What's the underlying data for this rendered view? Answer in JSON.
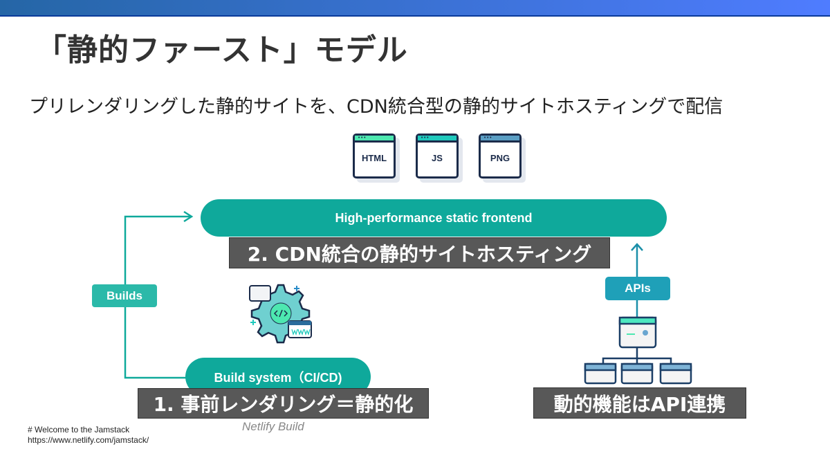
{
  "slide": {
    "title": "「静的ファースト」モデル",
    "subtitle": "プリレンダリングした静的サイトを、CDN統合型の静的サイトホスティングで配信"
  },
  "files": [
    {
      "label": "HTML",
      "header_color": "#4de8b0"
    },
    {
      "label": "JS",
      "header_color": "#1fc9bd"
    },
    {
      "label": "PNG",
      "header_color": "#5a9ec4"
    }
  ],
  "diagram": {
    "frontend_label": "High-performance static frontend",
    "builds_label": "Builds",
    "build_system_label": "Build system（CI/CD)",
    "apis_label": "APIs",
    "ghost_build": "Netlify Build",
    "caption_hosting": "2. CDN統合の静的サイトホスティング",
    "caption_prerender": "1. 事前レンダリング＝静的化",
    "caption_api": "動的機能はAPI連携"
  },
  "colors": {
    "teal": "#0fa99b",
    "api_blue": "#1fa0b8",
    "caption_bg": "#585858"
  },
  "footer": {
    "line1": "# Welcome to the Jamstack",
    "line2": "https://www.netlify.com/jamstack/"
  }
}
